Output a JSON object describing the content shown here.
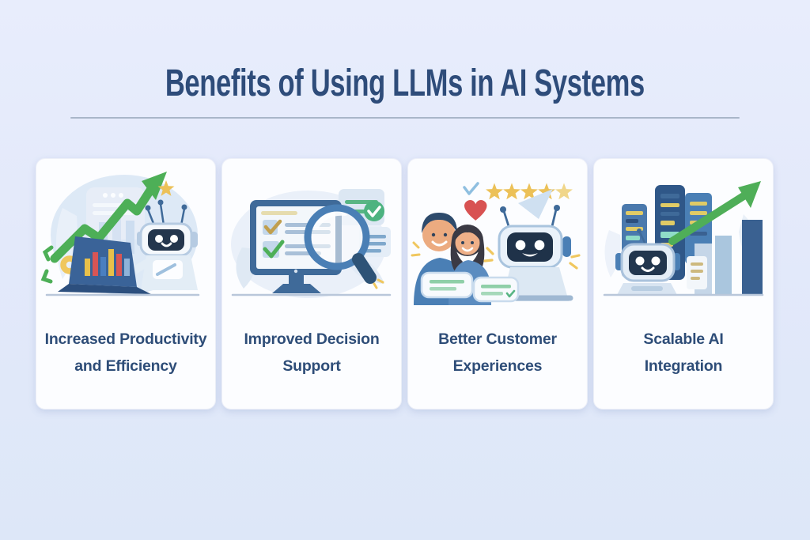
{
  "header": {
    "title": "Benefits of Using LLMs in AI Systems"
  },
  "cards": [
    {
      "id": "increased-productivity",
      "title": "Increased Productivity and Efficiency",
      "title_lines": [
        "Increased Productivity",
        "and Efficiency"
      ],
      "illustration": "robot-with-laptop-and-growth-arrow-chart"
    },
    {
      "id": "improved-decision-support",
      "title": "Improved Decision Support",
      "title_lines": [
        "Improved Decision",
        "Support"
      ],
      "illustration": "monitor-checklist-with-magnifier-and-check-badge"
    },
    {
      "id": "better-customer-experiences",
      "title": "Better Customer Experiences",
      "title_lines": [
        "Better Customer",
        "Experiences"
      ],
      "illustration": "customers-with-chatbot-robot-heart-and-five-star-rating"
    },
    {
      "id": "scalable-ai-integration",
      "title": "Scalable AI Integration",
      "title_lines": [
        "Scalable AI",
        "Integration"
      ],
      "illustration": "robot-with-server-racks-bars-and-growth-arrow"
    }
  ],
  "palette": {
    "page_background": "#e3e9fa",
    "card_background": "#fcfdff",
    "heading_text": "#2e4c7a",
    "caption_text": "#2e4d78",
    "divider": "#a9b6c9",
    "accent_green": "#4daf57",
    "accent_gold": "#ecc158",
    "accent_red": "#d85252",
    "robot_face_navy": "#24364d",
    "steel_blue": "#3f6a99"
  }
}
